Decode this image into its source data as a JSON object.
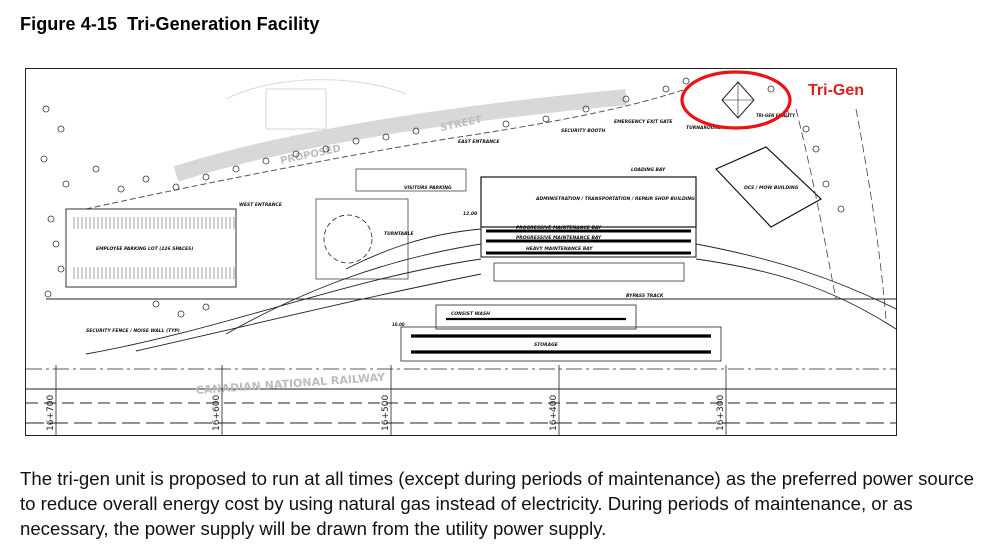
{
  "figure": {
    "number": "Figure 4-15",
    "title": "Tri-Generation Facility"
  },
  "callout": "Tri-Gen",
  "labels": {
    "tri_gen_facility": "TRI-GEN FACILITY",
    "turnaround": "TURNAROUND",
    "emergency_exit": "EMERGENCY EXIT GATE",
    "security_booth": "SECURITY BOOTH",
    "east_entrance": "EAST ENTRANCE",
    "loading_bay": "LOADING BAY",
    "admin_building": "ADMINISTRATION / TRANSPORTATION / REPAIR SHOP BUILDING",
    "ocs_mow": "OCS / MOW BUILDING",
    "visitors_parking": "VISITORS PARKING",
    "west_entrance": "WEST ENTRANCE",
    "employee_lot": "EMPLOYEE PARKING LOT (226 SPACES)",
    "turntable": "TURNTABLE",
    "pm_bay_1": "PROGRESSIVE MAINTENANCE BAY",
    "pm_bay_2": "PROGRESSIVE MAINTENANCE BAY",
    "heavy_bay": "HEAVY MAINTENANCE BAY",
    "consist_wash": "CONSIST WASH",
    "bypass_track": "BYPASS TRACK",
    "storage": "STORAGE",
    "security_fence": "SECURITY FENCE / NOISE WALL (TYP)",
    "proposed_street": "PROPOSED",
    "street": "STREET",
    "railway": "CANADIAN NATIONAL RAILWAY",
    "dim_12300": "12.00",
    "dim_1000": "10.00"
  },
  "stations": [
    "16+700",
    "16+600",
    "16+500",
    "16+400",
    "16+300"
  ],
  "paragraph": "The tri-gen unit is proposed to run at all times (except during periods of maintenance) as the preferred power source to reduce overall energy cost by using natural gas instead of electricity. During periods of maintenance, or as necessary, the power supply will be drawn from the utility power supply."
}
